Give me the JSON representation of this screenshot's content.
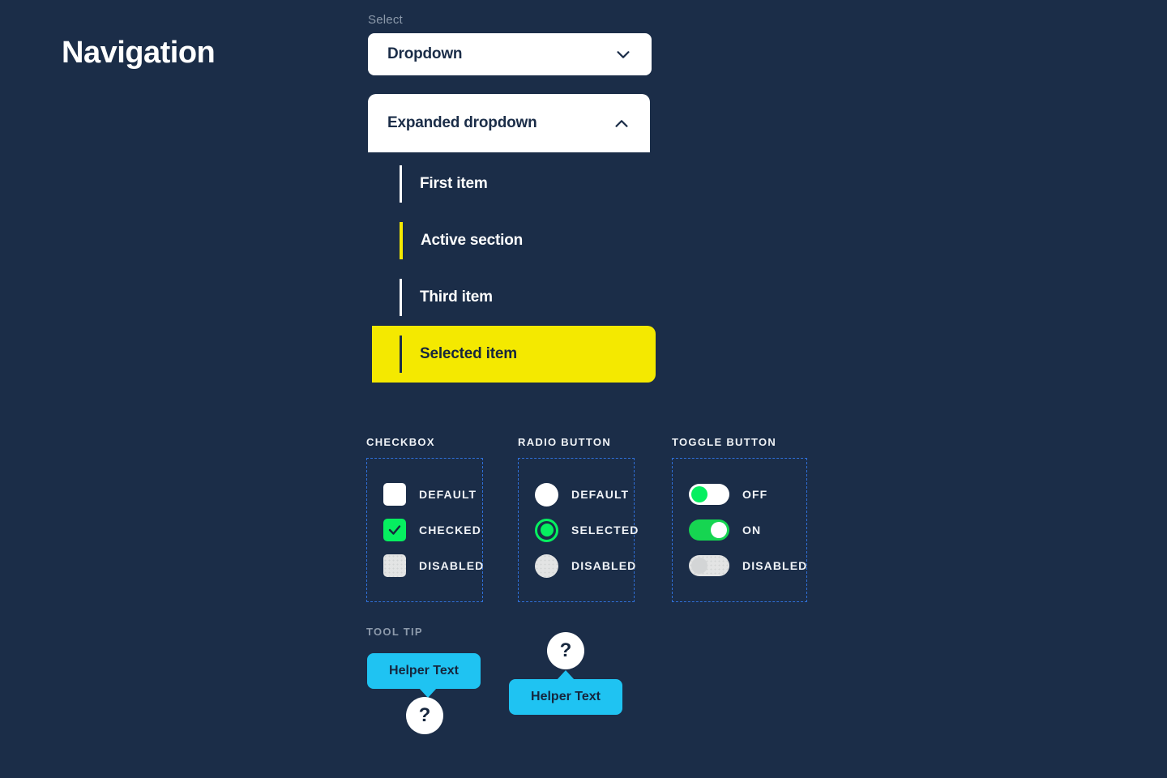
{
  "page": {
    "title": "Navigation",
    "background_color": "#1b2d48"
  },
  "select": {
    "label": "Select",
    "collapsed": {
      "value": "Dropdown",
      "chevron": "chevron-down-icon"
    },
    "expanded": {
      "value": "Expanded dropdown",
      "chevron": "chevron-up-icon"
    },
    "items": [
      {
        "label": "First item",
        "state": "default"
      },
      {
        "label": "Active section",
        "state": "active"
      },
      {
        "label": "Third item",
        "state": "default"
      },
      {
        "label": "Selected item",
        "state": "selected"
      }
    ]
  },
  "colors": {
    "navy": "#1b2d48",
    "yellow": "#f4e900",
    "green": "#06ef60",
    "green_track": "#16d551",
    "cyan": "#1fc3f2",
    "dashed_blue": "#2f6fd8",
    "muted_text": "#8d9aab",
    "white": "#ffffff",
    "disabled_gray": "#e3e4e4"
  },
  "controls": {
    "checkbox": {
      "header": "CHECKBOX",
      "rows": [
        {
          "label": "DEFAULT",
          "state": "default"
        },
        {
          "label": "CHECKED",
          "state": "checked"
        },
        {
          "label": "DISABLED",
          "state": "disabled"
        }
      ]
    },
    "radio": {
      "header": "RADIO BUTTON",
      "rows": [
        {
          "label": "DEFAULT",
          "state": "default"
        },
        {
          "label": "SELECTED",
          "state": "selected"
        },
        {
          "label": "DISABLED",
          "state": "disabled"
        }
      ]
    },
    "toggle": {
      "header": "TOGGLE BUTTON",
      "rows": [
        {
          "label": "OFF",
          "state": "off"
        },
        {
          "label": "ON",
          "state": "on"
        },
        {
          "label": "DISABLED",
          "state": "disabled"
        }
      ]
    }
  },
  "tooltip": {
    "header": "TOOL TIP",
    "left": {
      "text": "Helper Text",
      "marker": "?"
    },
    "right": {
      "text": "Helper Text",
      "marker": "?"
    }
  }
}
